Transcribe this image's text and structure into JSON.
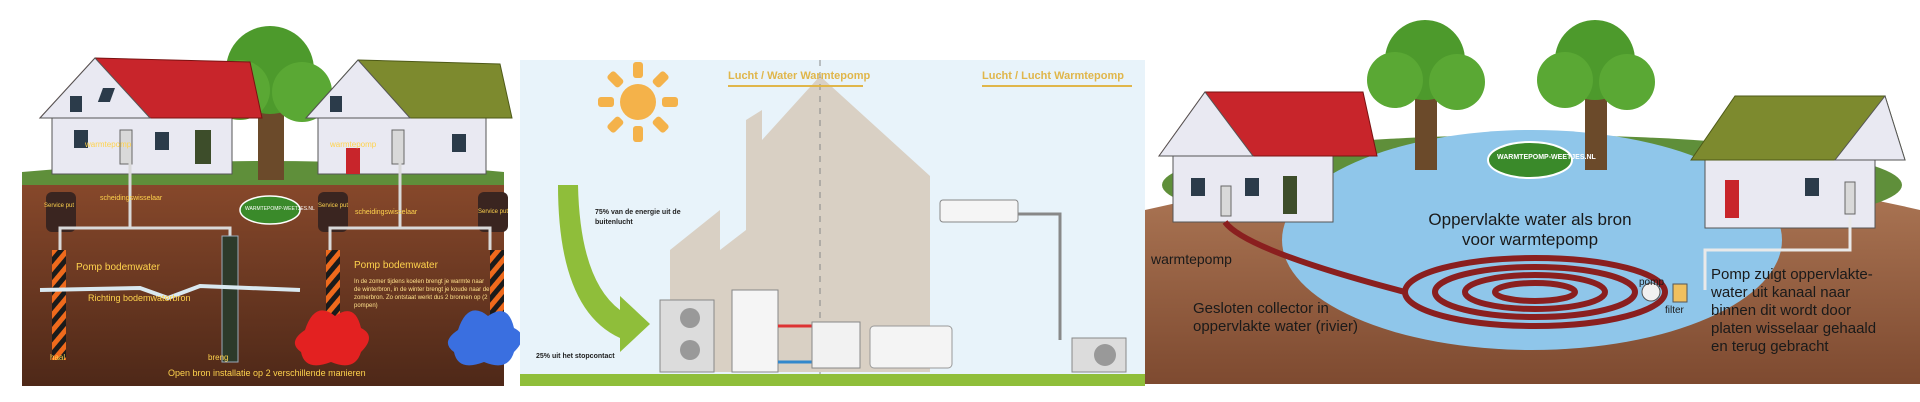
{
  "panel_open_bron": {
    "warmtepomp_left": "warmtepomp",
    "warmtepomp_right": "warmtepomp",
    "scheidingswisselaar_left": "scheidingswisselaar",
    "scheidingswisselaar_right": "scheidingswisselaar",
    "service_put_left": "Service put",
    "service_put_mid": "Service put",
    "service_put_right": "Service put",
    "pomp_bodemwater_left": "Pomp bodemwater",
    "pomp_bodemwater_right": "Pomp bodemwater",
    "richting_bodemwaterbron": "Richting bodemwaterbron",
    "seasonal_note": "In de zomer tijdens koelen brengt je warmte naar de winterbron, in de winter brengt je koude naar de zomerbron. Zo ontstaat werkt dus 2 bronnen op (2 pompen)",
    "haal": "haal",
    "breng": "breng",
    "logo_text": "WARMTEPOMP-WEETJES.NL",
    "caption": "Open bron installatie op 2 verschillende manieren"
  },
  "panel_lucht": {
    "title_left": "Lucht / Water Warmtepomp",
    "title_right": "Lucht / Lucht Warmtepomp",
    "note_75": "75% van de energie uit de buitenlucht",
    "note_25": "25% uit het stopcontact"
  },
  "panel_oppervlakte": {
    "logo_text": "WARMTEPOMP-WEETJES.NL",
    "title": "Oppervlakte water als bron voor warmtepomp",
    "warmtepomp": "warmtepomp",
    "collector": "Gesloten collector in oppervlakte water (rivier)",
    "pomp": "pomp",
    "filter": "filter",
    "description": "Pomp zuigt oppervlakte-water uit kanaal naar binnen dit wordt door platen wisselaar gehaald en terug gebracht"
  },
  "colors": {
    "soil": "#6b3a25",
    "grass": "#5f8f3a",
    "sky_panel2": "#e8f3fa",
    "house_shape": "#d9d0c4",
    "water": "#8fc6ea",
    "arrow_green": "#8fbe3a",
    "sun": "#f4b24a",
    "roof_red": "#c8252b",
    "roof_green": "#7d8a2e",
    "pipe_red": "#c33a20"
  }
}
